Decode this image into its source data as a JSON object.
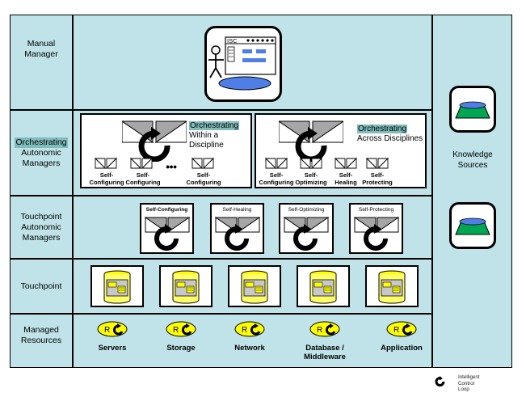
{
  "rows": {
    "manual_manager": [
      "Manual",
      "Manager"
    ],
    "orchestrating": {
      "highlight": "Orchestrating",
      "rest": [
        "Autonomic",
        "Managers"
      ]
    },
    "touchpoint_autonomic": [
      "Touchpoint",
      "Autonomic",
      "Managers"
    ],
    "touchpoint": "Touchpoint",
    "managed_resources": [
      "Managed",
      "Resources"
    ]
  },
  "manual_window_title": "ISC",
  "knowledge_sources": [
    "Knowledge",
    "Sources"
  ],
  "orchestrating_left": {
    "highlight": "Orchestrating",
    "lines": [
      "Within a",
      "Discipline"
    ],
    "subs": [
      [
        "Self-",
        "Configuring"
      ],
      [
        "Self-",
        "Configuring"
      ],
      [
        "Self-",
        "Configuring"
      ]
    ],
    "ellipsis": "●●●"
  },
  "orchestrating_right": {
    "highlight": "Orchestrating",
    "line": "Across  Disciplines",
    "subs": [
      [
        "Self-",
        "Configuring"
      ],
      [
        "Self-",
        "Optimizing"
      ],
      [
        "Self-",
        "Healing"
      ],
      [
        "Self-",
        "Protecting"
      ]
    ]
  },
  "touchpoint_managers": [
    "Self-Configuring",
    "Self-Healing",
    "Self-Optimizing",
    "Self-Protecting"
  ],
  "resource_letter": "R",
  "resources": [
    [
      "Servers"
    ],
    [
      "Storage"
    ],
    [
      "Network"
    ],
    [
      "Database /",
      "Middleware"
    ],
    [
      "Application"
    ]
  ],
  "legend": [
    "Intelligent",
    "Control",
    "Loop"
  ],
  "colors": {
    "panel": "#bfe3e8",
    "highlight": "#7fbcbb",
    "resource": "#ffff00",
    "knowledge": "#00a651",
    "screen_blue": "#4f7fe6"
  }
}
